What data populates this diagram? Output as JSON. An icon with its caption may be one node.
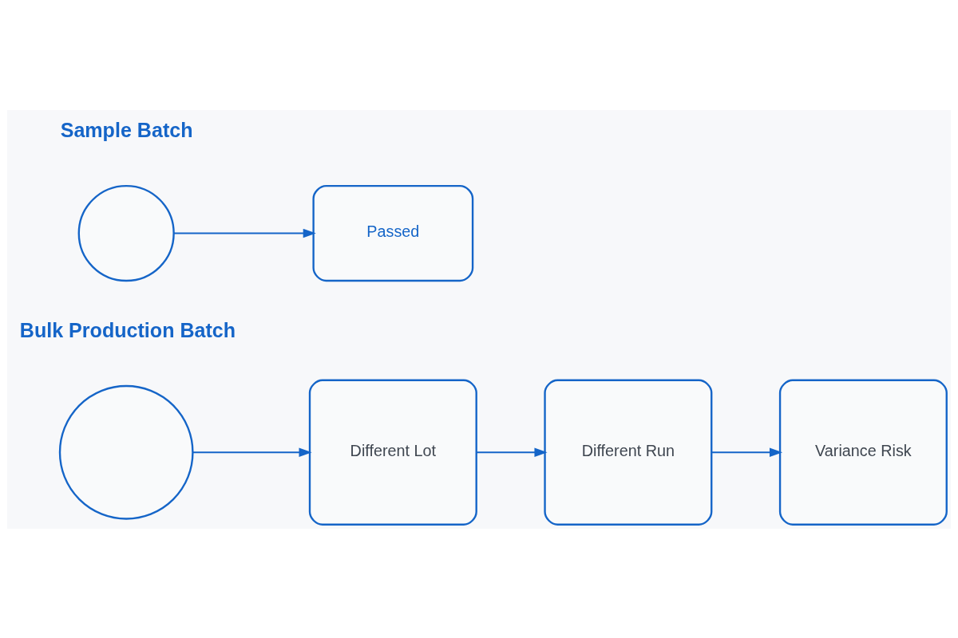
{
  "diagram": {
    "nodes": [
      {
        "text": [],
        "shape": "circle"
      },
      {
        "text": [
          "Passed"
        ]
      },
      {
        "text": [],
        "shape": "circle"
      },
      {
        "text": [
          "Different Lot"
        ]
      },
      {
        "text": [
          "Different Run"
        ]
      },
      {
        "text": [
          "Variance Risk"
        ]
      }
    ],
    "edges": [
      {
        "from": 0,
        "to": 1,
        "arrow": "to"
      },
      {
        "from": 2,
        "to": 3,
        "arrow": "to"
      },
      {
        "from": 3,
        "to": 4,
        "arrow": "to"
      },
      {
        "from": 4,
        "to": 5,
        "arrow": "to"
      }
    ],
    "labels": [
      "Sample Batch",
      "Bulk Production Batch"
    ]
  }
}
